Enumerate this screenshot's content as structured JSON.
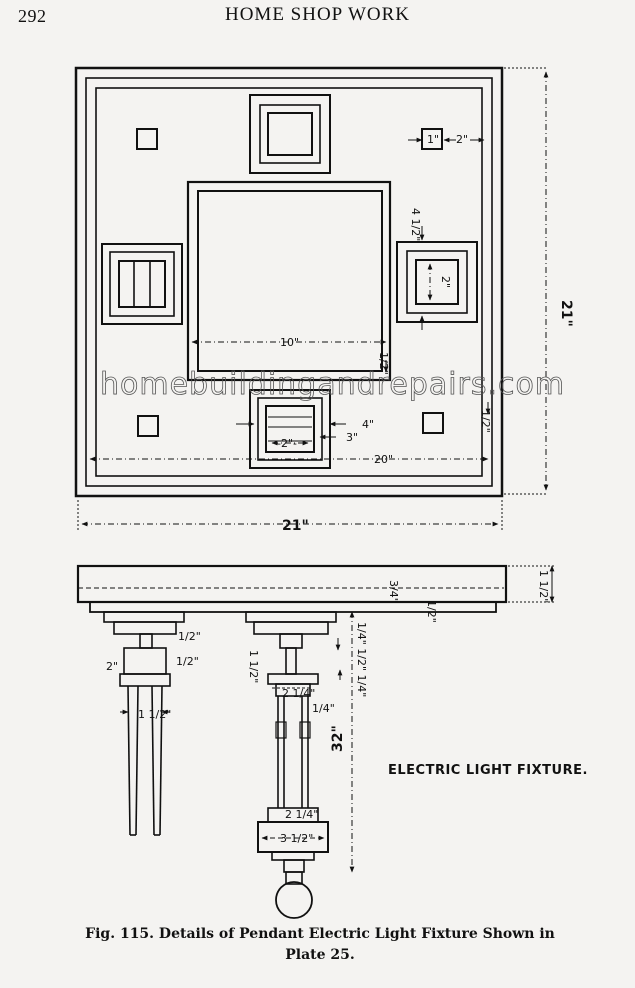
{
  "header": {
    "page_number": "292",
    "running_title": "HOME SHOP WORK"
  },
  "watermark": "homebuildingandrepairs.com",
  "plan_dims": {
    "width_overall": "21\"",
    "height_overall": "21\"",
    "inner_width": "20\"",
    "center_panel": "10\"",
    "small_square": "1\"",
    "small_offset": "2\"",
    "side_panel_depth": "4 1/2\"",
    "side_panel_inner": "2\"",
    "bottom_panel_outer": "4\"",
    "bottom_panel_mid": "3\"",
    "bottom_panel_inner": "-2\"-",
    "center_edge": "1/2\"",
    "border_edge": "1/2\""
  },
  "elevation_dims": {
    "top_thickness": "1 1/2\"",
    "top_offset_a": "3/4\"",
    "top_offset_b": "1/2\"",
    "left_stem": "1/2\"",
    "left_collar_height": "2\"",
    "left_collar_small": "1/2\"",
    "left_rod_spacing": "1 1/2\"",
    "center_stem": "1 1/2\"",
    "center_collar_a": "2 1/4\"",
    "center_rod_mark": "1/4\"",
    "center_drop": "32\"",
    "bottom_rod_spacing": "2 1/4\"",
    "bottom_block": "3 1/2\"",
    "right_marks": "1/4\" 1/2\" 1/4\""
  },
  "fixture_label": "ELECTRIC LIGHT FIXTURE.",
  "caption": {
    "line1": "Fig. 115.  Details of Pendant Electric Light Fixture Shown in",
    "line2": "Plate 25."
  }
}
